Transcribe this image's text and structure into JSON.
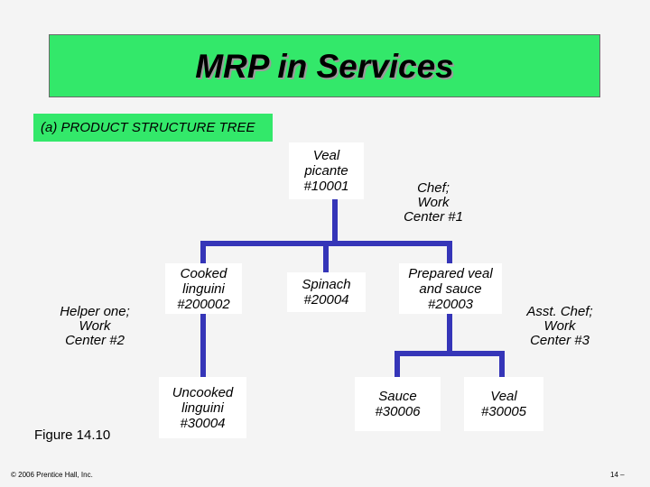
{
  "title": "MRP in Services",
  "subtitle": "(a) PRODUCT STRUCTURE TREE",
  "nodes": {
    "veal_picante": "Veal\npicante\n#10001",
    "cooked_linguini": "Cooked\nlinguini\n#200002",
    "spinach": "Spinach\n#20004",
    "prepared_veal": "Prepared veal\nand sauce\n#20003",
    "uncooked_linguini": "Uncooked\nlinguini\n#30004",
    "sauce": "Sauce\n#30006",
    "veal": "Veal\n#30005"
  },
  "notes": {
    "chef": "Chef;\nWork\nCenter #1",
    "helper": "Helper one;\nWork\nCenter #2",
    "asst_chef": "Asst. Chef;\nWork\nCenter #3"
  },
  "figure_label": "Figure 14.10",
  "footer": {
    "copyright": "© 2006 Prentice Hall, Inc.",
    "page": "14 –"
  },
  "colors": {
    "title_bg": "#33e86a",
    "connector": "#3535b8",
    "page_bg": "#f4f4f4"
  }
}
